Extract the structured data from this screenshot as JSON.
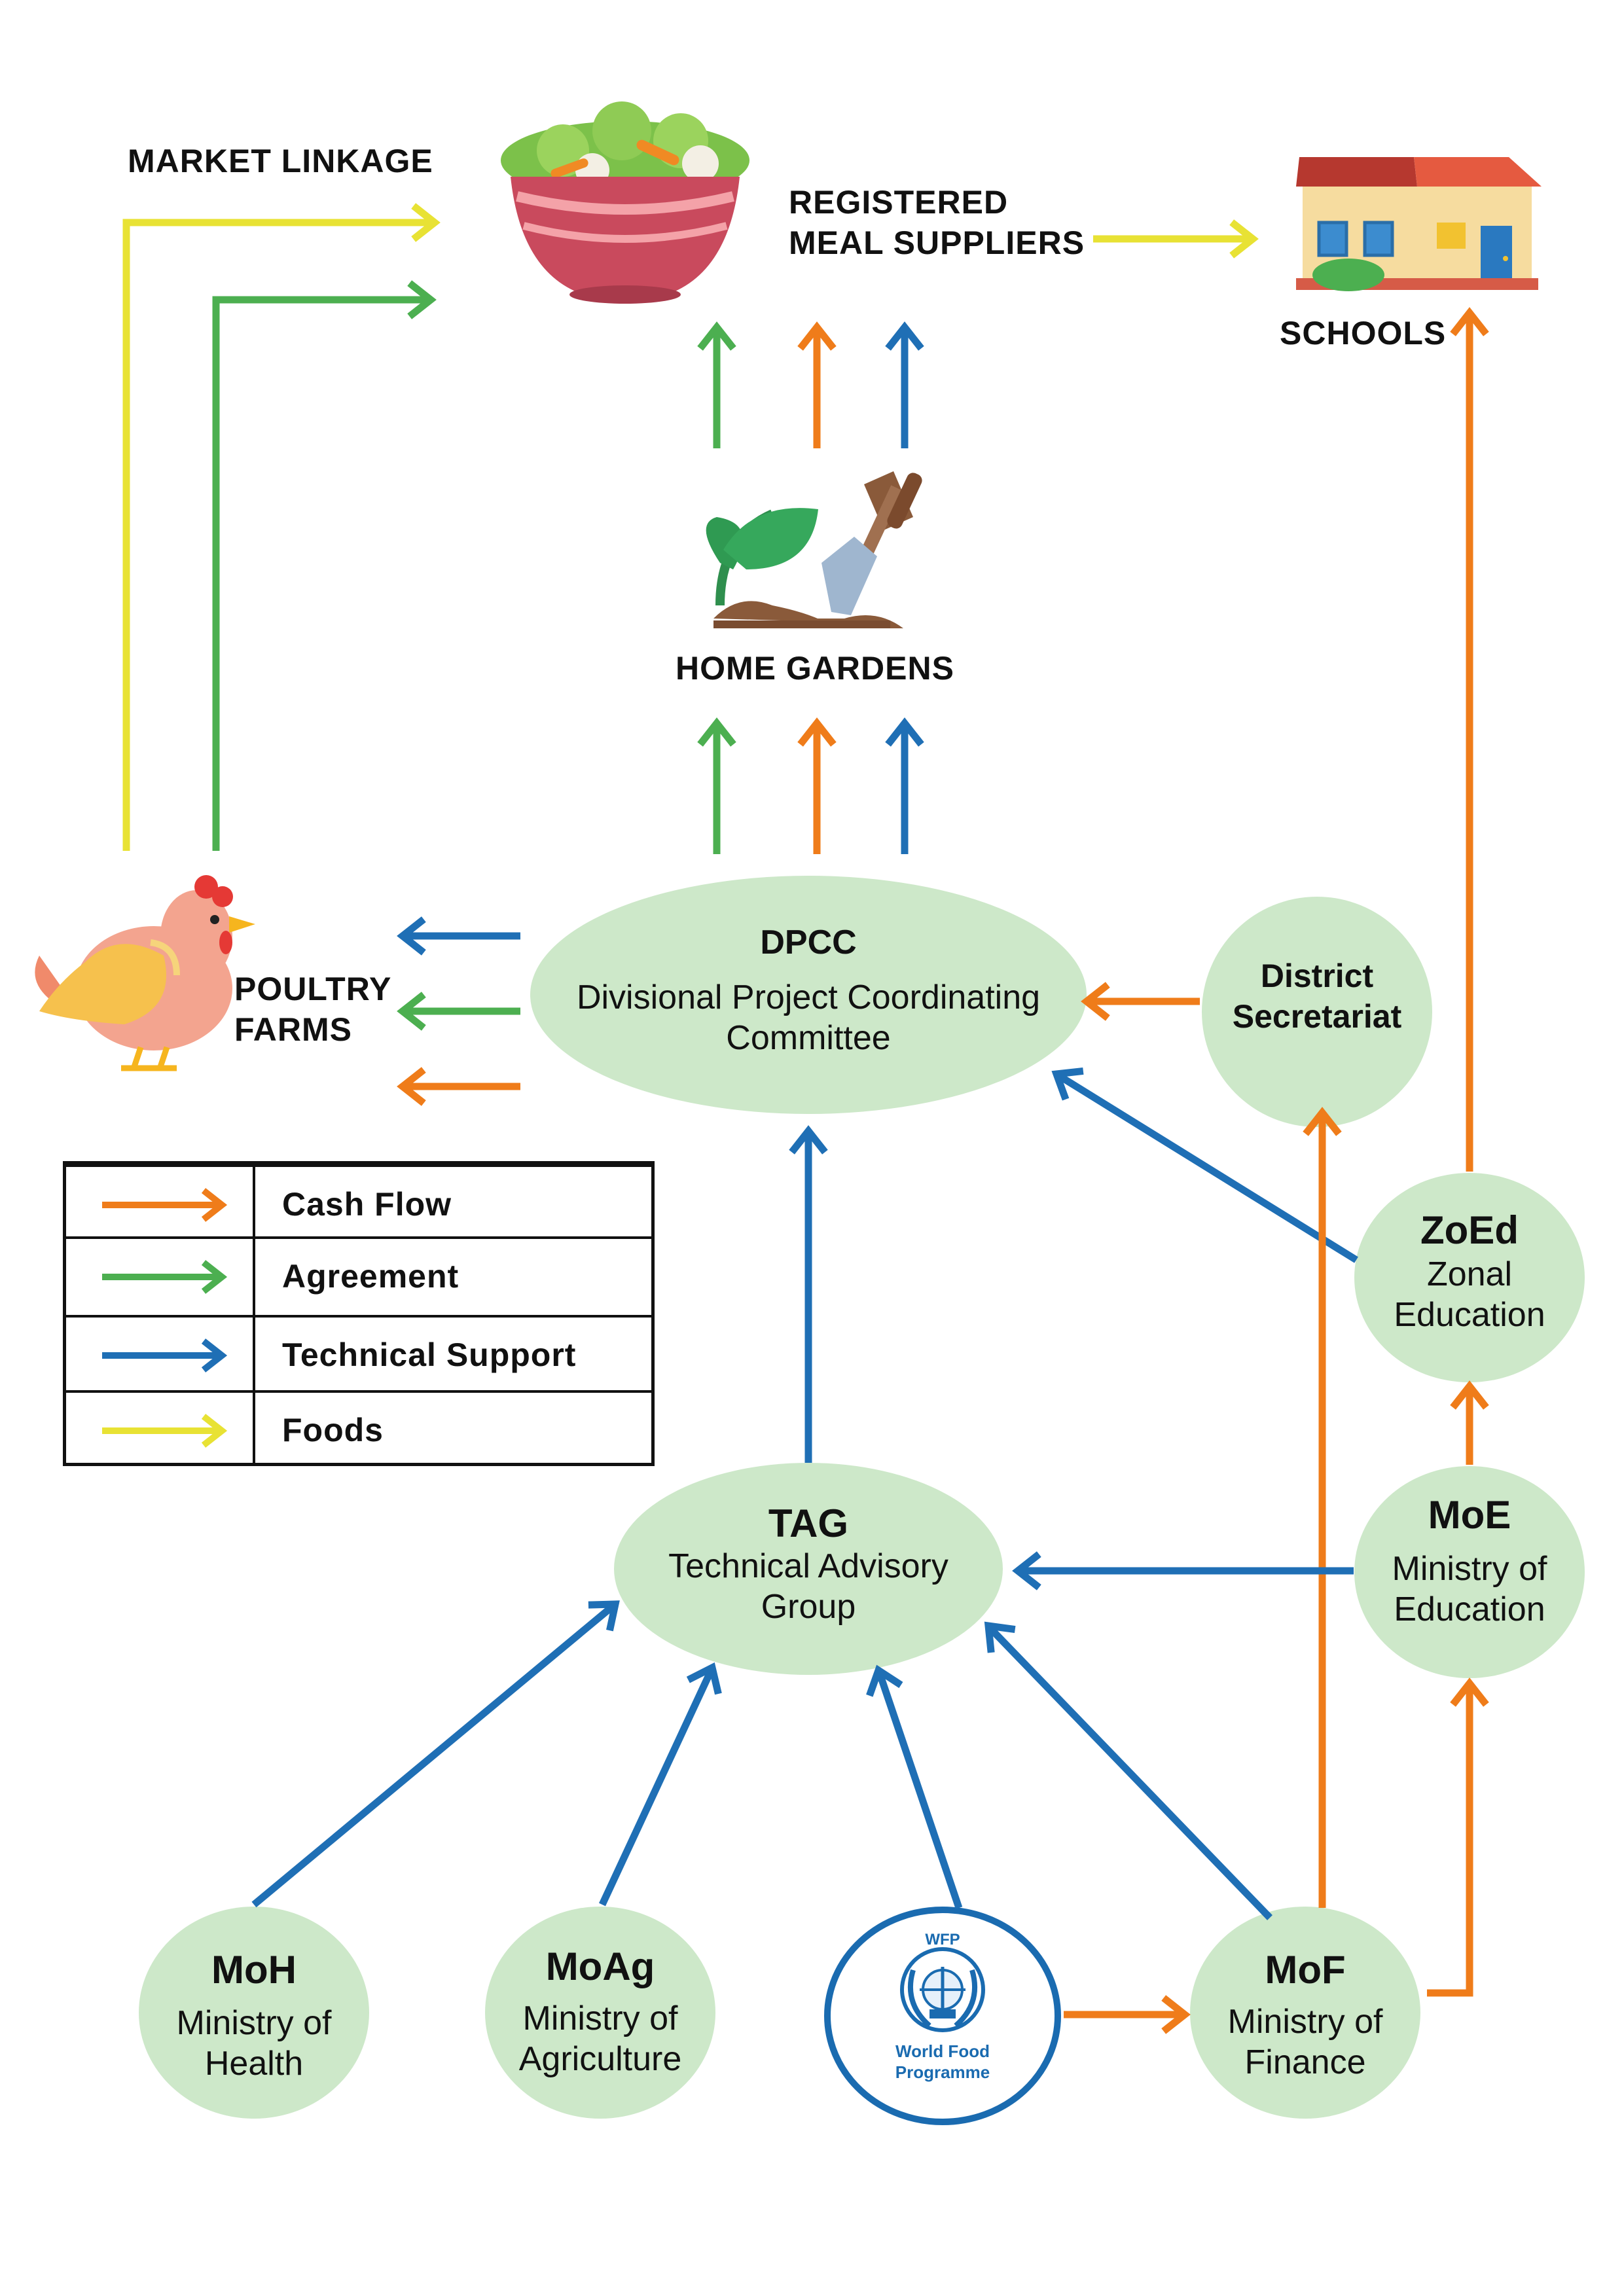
{
  "colors": {
    "cash_flow": "#ef7c1a",
    "agreement": "#4caf50",
    "technical_support": "#1f6fb5",
    "foods": "#e8e234",
    "node_fill": "#cde8c9",
    "wfp_blue": "#1a6bb0"
  },
  "labels": {
    "market_linkage": "MARKET LINKAGE",
    "registered_meal_suppliers": "REGISTERED\nMEAL SUPPLIERS",
    "schools": "SCHOOLS",
    "home_gardens": "HOME GARDENS",
    "poultry_farms": "POULTRY\nFARMS"
  },
  "nodes": {
    "dpcc": {
      "abbr": "DPCC",
      "full": "Divisional Project Coordinating\nCommittee"
    },
    "district_secretariat": {
      "name": "District\nSecretariat"
    },
    "zoed": {
      "abbr": "ZoEd",
      "full": "Zonal\nEducation"
    },
    "tag": {
      "abbr": "TAG",
      "full": "Technical Advisory\nGroup"
    },
    "moe": {
      "abbr": "MoE",
      "full": "Ministry of\nEducation"
    },
    "moh": {
      "abbr": "MoH",
      "full": "Ministry of\nHealth"
    },
    "moag": {
      "abbr": "MoAg",
      "full": "Ministry of\nAgriculture"
    },
    "wfp": {
      "abbr": "WFP",
      "full": "World Food\nProgramme"
    },
    "mof": {
      "abbr": "MoF",
      "full": "Ministry of\nFinance"
    }
  },
  "legend": [
    {
      "label": "Cash Flow",
      "color": "#ef7c1a"
    },
    {
      "label": "Agreement",
      "color": "#4caf50"
    },
    {
      "label": "Technical Support",
      "color": "#1f6fb5"
    },
    {
      "label": "Foods",
      "color": "#e8e234"
    }
  ],
  "icons": {
    "salad_bowl": "salad-bowl-icon",
    "school": "school-building-icon",
    "garden": "sprout-and-trowel-icon",
    "chicken": "chicken-icon",
    "wfp_logo": "wfp-emblem-icon"
  }
}
